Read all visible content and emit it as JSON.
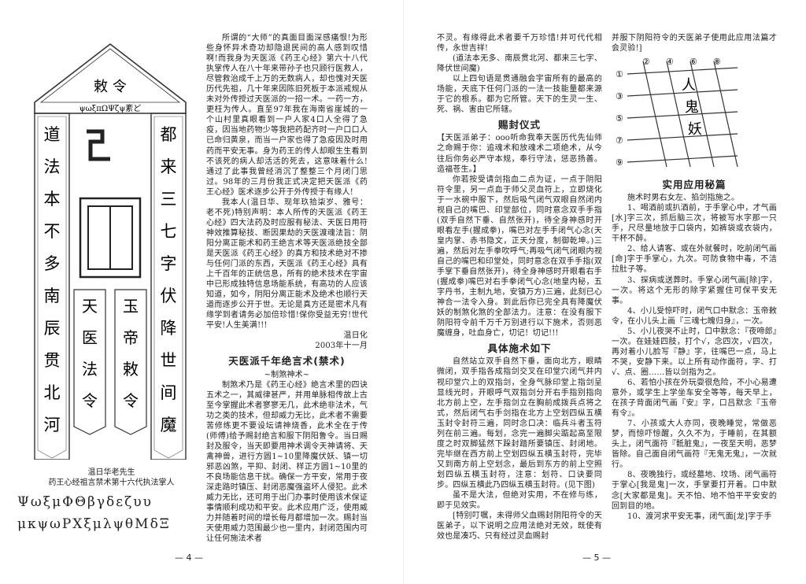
{
  "talisman": {
    "top_text": "敕 令",
    "symbols_row": "ψωξπΩΨζψ紊ど",
    "left_column": [
      "道",
      "法",
      "本",
      "不",
      "多",
      "南",
      "辰",
      "贯",
      "北",
      "河"
    ],
    "right_column": [
      "都",
      "来",
      "三",
      "七",
      "字",
      "伏",
      "降",
      "世",
      "间",
      "魔"
    ],
    "inner_left": [
      "天",
      "医",
      "法",
      "令"
    ],
    "inner_right": [
      "玉",
      "帝",
      "敕",
      "令"
    ]
  },
  "caption": {
    "line1": "温日华老先生",
    "line2": "药王心经祖言禁术第十六代执法掌人"
  },
  "greek_line1": "ΨωξμΦΘβγδεζυυ",
  "greek_line2": "μκψωΡΧξμλψθΜδΞ",
  "col1": {
    "paragraphs": [
      "所谓的“大师”的真面目面深感痛恨!为形些身怀异术奇功却隐退民间的高人感到叹惜啊!而我身为天医派《药王心经》第六十八代执掌传人在八十年来带孙子也只顾行医救人，尽管救治成千上万的无数病人，却也愧对天医历代先祖，几十年来因陈旧死板于本派戒规从未对外传授过天医派的一招一术。一药一方，更枉为传人。直至97年我在海南省崖城的一个山村里真眼看到一户人家4口人全得了急疫，因当地药物少等我把药配齐时一户口口人已命归黄泉，而当一户家也得了急疫因及时用药而平安无事。身为药王的传人却眼生生看到不该死的病人却活活的死去，这意味着什么!通过了此事我曾经消沉了整整三个月闭门思过。98年的三月份我正式决定把天医派《药王心经》医术逐步公开于外传授于有缘人!",
      "我本人(温日华、现年玖拾柒岁、雅号：老不死)特别声明：本人所传的天医派《药王心经》四大法药及时应服有秘法、天医日用符神效推算秘技、断因果劫的天医渡魂法旨：阴阳分离正能术和药王绝言术等天医派绝技全部是天医派《药王心经》的真方和技术绝对不掺与任何门派的东西，天医派《药王心经》具有上千百年的正统信息，所有的绝术技术在宇宙中已形成独特信息场能系统，有高功的人应该知道，如今，阴阳分离正能术及绝术也顺行天道而逐步公开于世。无论是真方还是密术凡有缘学到者请务必加倍珍惜!保你受益无穷!世代平安!人生美满!!!"
    ],
    "sign_name": "温日化",
    "sign_date": "2003年十一月",
    "section_title": "天医派千年绝言术(禁术)",
    "section_sub": "~制煞神术~",
    "section_paragraphs": [
      "制煞术乃是《药王心经》绝言术里的四诀五术之一，其威律甚严，并用单脉相传故上古至今掌握此术者寥寥无几，此术绝非法术，气功之类的技术，但却威力无比，此术者不需要苦修练更不要设坛请神烧香，此术全在于传(师傅)给予赐封绝言和服下阴阳鲁令。当日赐封及服令，当天即要用神术调令天神请将、天禽神兽，进行方圆1~10里降魔伏妖、镇一切邪恶凶煞，平抑、封闭、样正方圆1~10里的不良场能信息干扰。确保一方平安，常用于夜深走路时镇压、封闭恶魔强盗坏人侵犯。此术威力无比，还可用于出门办事时使用该术保证事情顺利成功和平安。此术应用广泛，使用威力并随着时间的增长每月都增加一次。赐封当天使用威力范围最少也一里内，封闭范围内可让任何施法术者"
    ]
  },
  "col2": {
    "paragraphs": [
      "不灵。有缘得此术者要千万珍惜!并可代代相传，永世吉祥!",
      "(道法本无多、南辰贯北河、都来三七字、降伏世间魔)",
      "以上四句语是贯通融会宇宙所有的最高的场能，天底下任何门派的一法一技能量都来源于它的根系。都为它所管。天下的生灵一生、死、祸、害由它所辖。"
    ],
    "title_ritual": "赐封仪式",
    "ritual_paragraphs": [
      "【天医派弟子：ooo听命我奉天医历代先仙师之命赐于你：追魂术和放魂术二项绝术，从今往后你务必严守本规，奉行守法，惩恶扬善。造福苍生。】",
      "你若按受请剑指血二点为证，一点于阴阳符令里，另一点血于师父灵血符上，立即烧化于一水碗中服下，然后吸气闭气双眼自然闭内视自己的嘴巴、印堂部位，同时意念双手手指(双手自然下垂、自然张开)，待全身神感时开眼看左手(握成拳)，嘴巴对左手手闭气心念(天皇内掌、赤书隐文，正天分度，制御乾坤。)三遍，然后对左手拳吹呼气;再吸气闭气闭眼内视自己的嘴巴和印堂处，同时意念在双手手指(双手掌下垂自然张开)，待全身神感时开眼看右手(握成拳)嘴巴对右手拳闭气心念(地皇内秘，五字丹书，主制九地，安镇万方)三遍，此刻已心神合一法令入身。到此后你已完全具有降魔伏妖的制煞化煞的全部法力。注意：在没有服下阴阳符令前千万千万别进行以下施术，否则恶魔缠身，吐血身亡，切记！切记!!!"
    ],
    "title_method": "具体施术如下",
    "method_paragraphs": [
      "自然站立双手自然下垂，面向北方，眼睛微闭，双手指各成指剑交叉在印堂穴闭气并内视印堂穴上的双指剑，全身气脉印堂上指剑呈显线光时，开眼呼气双指剑分开右手指别指向北方前上空，左手指剑立在胸前成拨兵点将之式，然后闭气右手剑指在北方上空划四纵五横玉封令封符三遍，同时念口决：临兵斗者玉符列在前三遍。每划，念完一遍脚尖踮起高至限度之时双脚猛然下跺封踏所要镇压、封闭地。完毕继在西方前上空划四纵五横玉封符，完毕又到南方前上空划念，最后到东方的前上空照划四纵五横玉封符，注意：划符、口诀要同步。四纵五横此乃四纵五横玉封符。(见下图)",
      "虽不是大法，但绝对实用，不在修与练，即于见效实。",
      "[特别叮嘱，未得师父血赐封阴阳符令的天医弟子，以下说明之应用法绝对无效，既使有效也是凑巧、只有经过灵血赐封"
    ]
  },
  "col3": {
    "paragraphs": [
      "并服下阴阳符令的天医弟子使用此应用法篇才会灵验!]"
    ],
    "figure": {
      "top_numbers": [
        "②",
        "④",
        "⑥",
        "⑧"
      ],
      "left_numbers": [
        "①",
        "③",
        "⑤",
        "⑦",
        "⑨"
      ],
      "glyphs": [
        "人",
        "鬼",
        "妖"
      ]
    },
    "title_app": "实用应用秘篇",
    "app_paragraphs": [
      "施术时男右女左、掐剑指施之。",
      "1、喝酒前或扒酒前，于手掌心中，才气画[水]字三次，抓后脑三次，将被写水字那一只手，尺尽量地放于口袋内，如裤袋或衣袋内，干杯不醉。",
      "2、给人请客、或在外就餐时，吃前闭气画[命]字于手掌心，九次。可防食物中毒，不洁拉肚子等。",
      "3、探病或送葬时。手掌心闭气画[除]字，一次。将这个无形的除字紧握住可保平安无事。",
      "4、小儿受惊吓时，闭气口中默念：玉帝敕令，在小儿头上画『三魂七魄归身』，一次。",
      "5、小儿夜哭不止时，口中默念：『夜啼郎』一次。在娃娃四肢，打个√，念四次，√四次，再对着小儿脸写『静』字，往嘴巴一点，马上不哭，安静下来。以上所有动作面符，字、打√、点、圈……皆以剑指为之。",
      "6、若怕小孩在外玩耍很危险，不小心易遭意外，或学生上学坐车安全等等，每天早上，在孩子背面闭气画『安』字，口吕默念『玉帝有令』。",
      "7、小孩或大人亦同，夜晚睡觉，常做恶梦，而惊吓惊醒，久久不为，于睡前，在其额头上，闭气面符『骶脏鬼』，一夜至天明，恶梦皆除。自己面自闭气画符『无鬼无鬼』，一次就行。",
      "8、夜晚独行，或经墓地、坟场、闭气画符于掌心[我是鬼]一次，手掌要打开着。口中默念[大家都是鬼]。天不怕、地不怕平平安安的回到目的地。",
      "10、渡河求平安无事，闭气面[龙]字于手"
    ]
  },
  "page_left": "— 4 —",
  "page_right": "— 5 —"
}
